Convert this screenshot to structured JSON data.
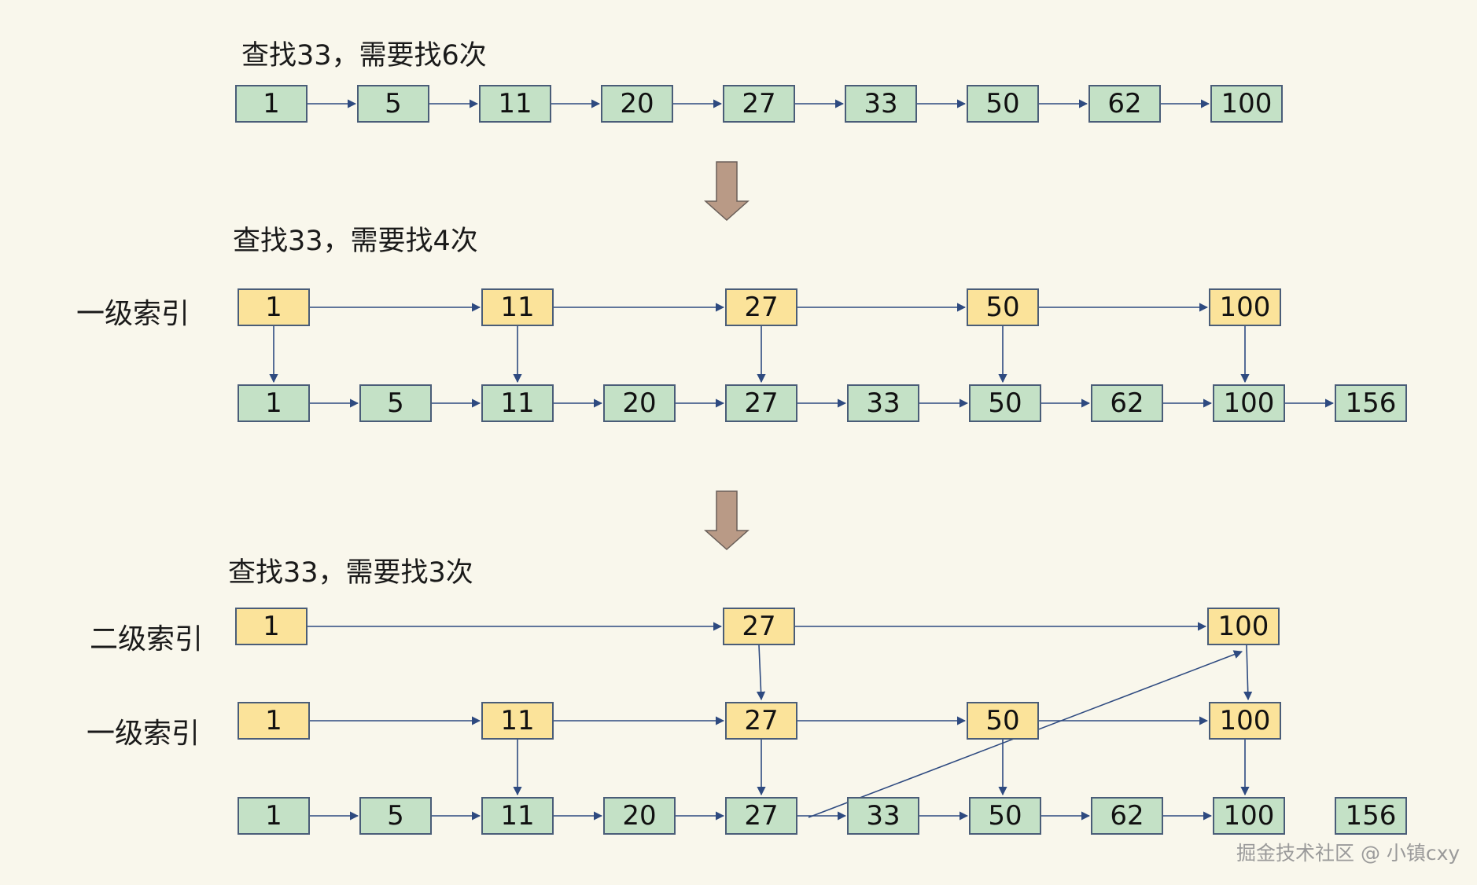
{
  "watermark": "掘金技术社区 @ 小镇cxy",
  "colors": {
    "background": "#f9f7ec",
    "base_node": "#c4e1c6",
    "index_node": "#fbe39a",
    "arrow": "#2e4a80",
    "transition_arrow": "#b99a86"
  },
  "sections": [
    {
      "title": "查找33，需要找6次",
      "base": [
        "1",
        "5",
        "11",
        "20",
        "27",
        "33",
        "50",
        "62",
        "100"
      ]
    },
    {
      "title": "查找33，需要找4次",
      "level1_label": "一级索引",
      "level1": [
        "1",
        "11",
        "27",
        "50",
        "100"
      ],
      "base": [
        "1",
        "5",
        "11",
        "20",
        "27",
        "33",
        "50",
        "62",
        "100",
        "156"
      ]
    },
    {
      "title": "查找33，需要找3次",
      "level2_label": "二级索引",
      "level2": [
        "1",
        "27",
        "100"
      ],
      "level1_label": "一级索引",
      "level1": [
        "1",
        "11",
        "27",
        "50",
        "100"
      ],
      "base": [
        "1",
        "5",
        "11",
        "20",
        "27",
        "33",
        "50",
        "62",
        "100",
        "156"
      ]
    }
  ]
}
